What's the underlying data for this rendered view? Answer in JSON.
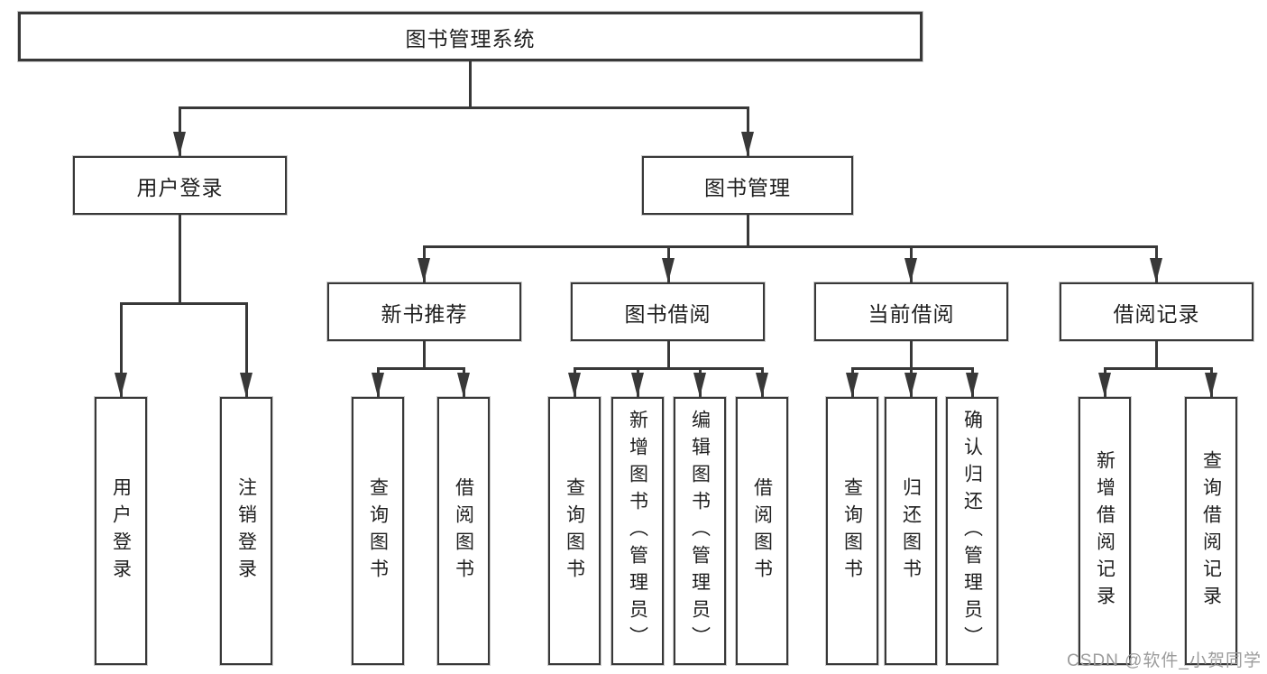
{
  "diagram": {
    "root": {
      "label": "图书管理系统"
    },
    "branches": [
      {
        "label": "用户登录"
      },
      {
        "label": "图书管理"
      }
    ],
    "groups": [
      {
        "label": "新书推荐"
      },
      {
        "label": "图书借阅"
      },
      {
        "label": "当前借阅"
      },
      {
        "label": "借阅记录"
      }
    ],
    "leaves": [
      {
        "label": "用户登录"
      },
      {
        "label": "注销登录"
      },
      {
        "label": "查询图书"
      },
      {
        "label": "借阅图书"
      },
      {
        "label": "查询图书"
      },
      {
        "label": "新增图书（管理员）"
      },
      {
        "label": "编辑图书（管理员）"
      },
      {
        "label": "借阅图书"
      },
      {
        "label": "查询图书"
      },
      {
        "label": "归还图书"
      },
      {
        "label": "确认归还（管理员）"
      },
      {
        "label": "新增借阅记录"
      },
      {
        "label": "查询借阅记录"
      }
    ]
  },
  "watermark": {
    "text": "CSDN @软件_小贺同学"
  },
  "colors": {
    "line": "#383838",
    "text": "#1f1f1f",
    "watermark": "#9c9c9c",
    "background": "#ffffff"
  }
}
